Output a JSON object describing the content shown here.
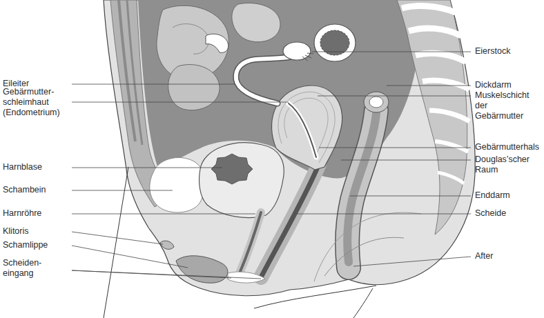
{
  "diagram": {
    "labels": [
      "Eierstock",
      "Eileiter",
      "Dickdarm",
      "Gebärmutter- schleimhaut (Endometrium)",
      "Muskelschicht der Gebärmutter",
      "Gebärmutterhals",
      "Douglas’scher Raum",
      "Harnblase",
      "Schambein",
      "Enddarm",
      "Harnröhre",
      "Scheide",
      "Klitoris",
      "Schamlippe",
      "Scheiden- eingang",
      "After"
    ]
  }
}
